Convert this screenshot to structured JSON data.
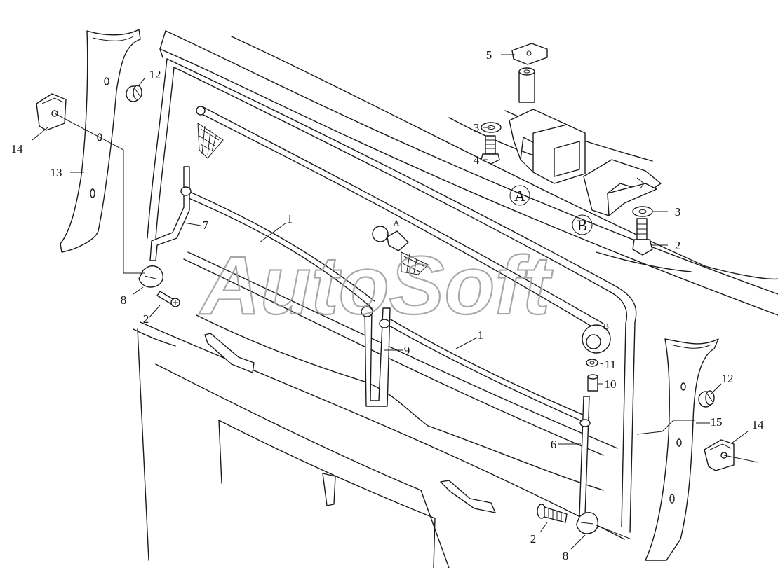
{
  "watermark": "AutoSoft",
  "detail_views": {
    "a": "A",
    "b": "B"
  },
  "detail_points": {
    "a": "A",
    "b": "B"
  },
  "callouts": {
    "c1a": "1",
    "c1b": "1",
    "c2a": "2",
    "c2b": "2",
    "c2c": "2",
    "c3a": "3",
    "c3b": "3",
    "c4": "4",
    "c5": "5",
    "c6": "6",
    "c7": "7",
    "c8a": "8",
    "c8b": "8",
    "c9": "9",
    "c10": "10",
    "c11": "11",
    "c12a": "12",
    "c12b": "12",
    "c13": "13",
    "c14a": "14",
    "c14b": "14",
    "c15": "15"
  }
}
